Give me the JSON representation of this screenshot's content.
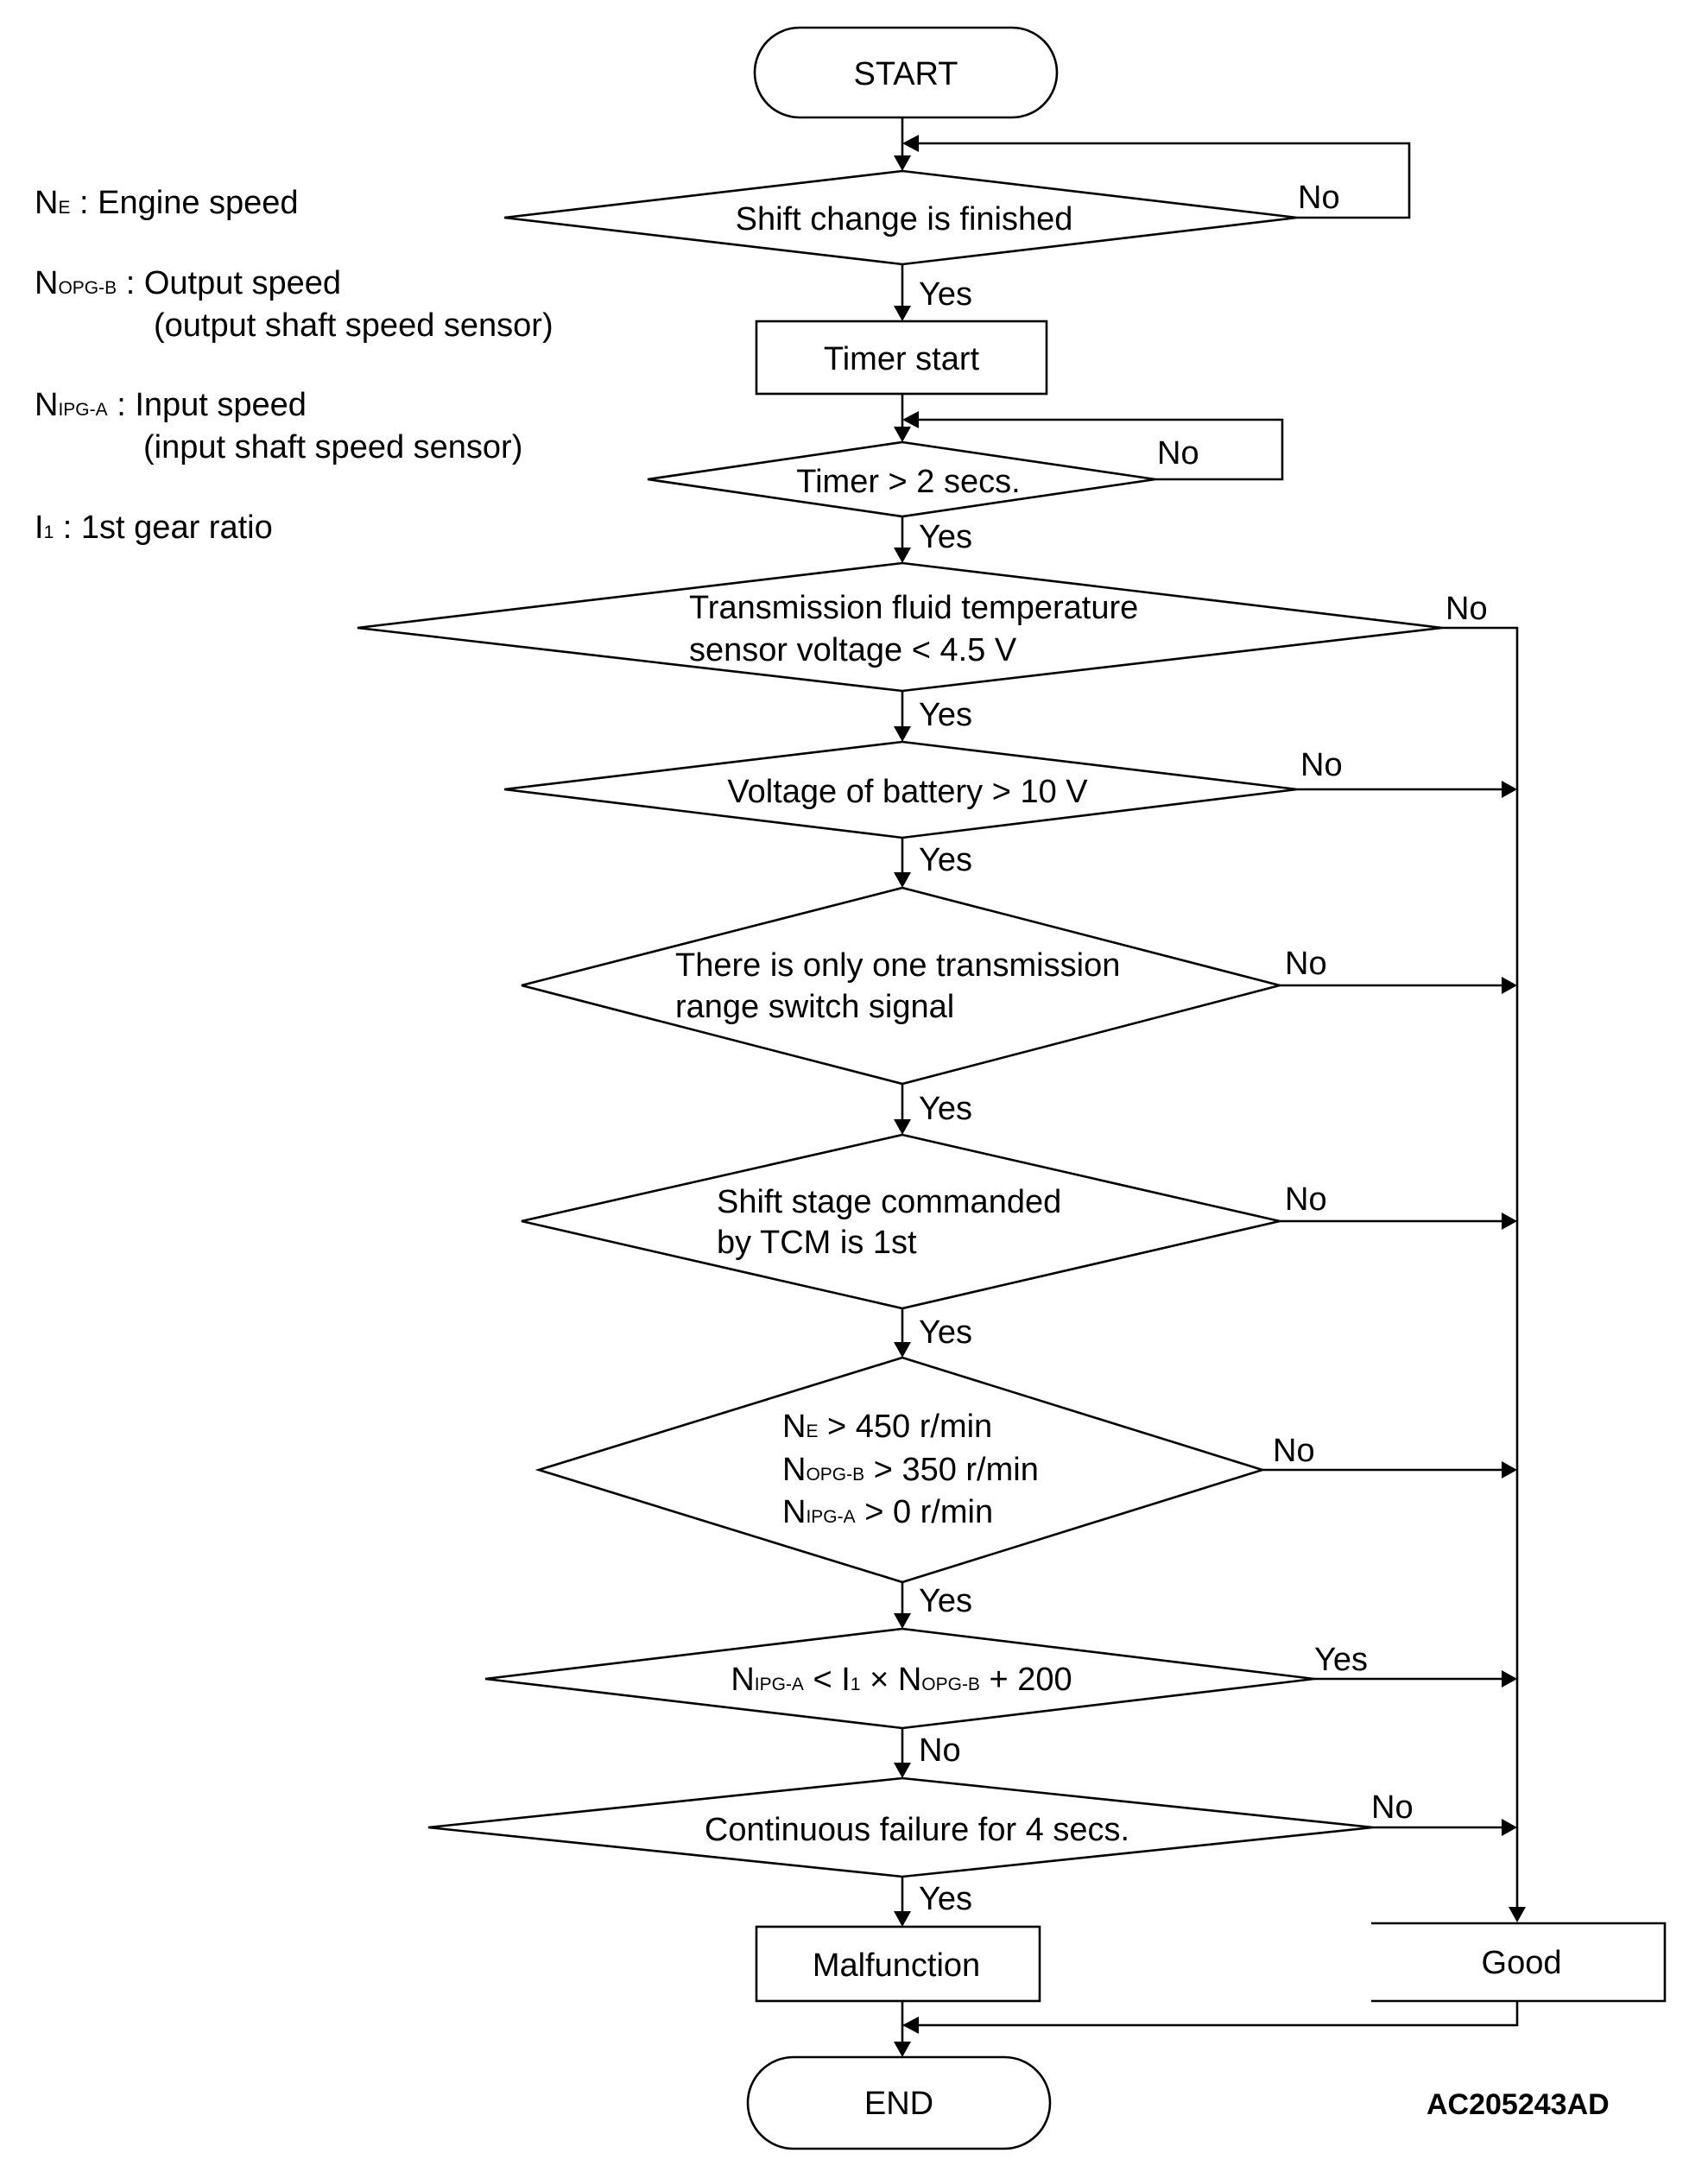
{
  "legend": {
    "ne": {
      "sym": "N",
      "sub": "E",
      "text": " : Engine speed"
    },
    "nopg": {
      "sym": "N",
      "sub": "OPG-B",
      "text": " : Output speed",
      "text2": "(output shaft speed sensor)"
    },
    "nipg": {
      "sym": "N",
      "sub": "IPG-A",
      "text": " : Input speed",
      "text2": "(input shaft speed sensor)"
    },
    "i1": {
      "sym": "I",
      "sub": "1",
      "text": " : 1st gear ratio"
    }
  },
  "nodes": {
    "start": "START",
    "shift_finished": "Shift change is finished",
    "timer_start": "Timer start",
    "timer_2s": "Timer > 2 secs.",
    "fluid_temp_1": "Transmission fluid temperature",
    "fluid_temp_2": "sensor voltage < 4.5 V",
    "battery": "Voltage of battery > 10 V",
    "range_switch_1": "There is only one transmission",
    "range_switch_2": "range switch signal",
    "shift_stage_1": "Shift stage commanded",
    "shift_stage_2": "by TCM is 1st",
    "speeds": {
      "ne": {
        "sym": "N",
        "sub": "E",
        "rest": " > 450 r/min"
      },
      "nopg": {
        "sym": "N",
        "sub": "OPG-B",
        "rest": " > 350 r/min"
      },
      "nipg": {
        "sym": "N",
        "sub": "IPG-A",
        "rest": " > 0 r/min"
      }
    },
    "ratio": {
      "n1": "N",
      "s1": "IPG-A",
      "t1": " < I",
      "s2": "1",
      "t2": " × N",
      "s3": "OPG-B",
      "t3": " + 200"
    },
    "continuous": "Continuous failure for 4 secs.",
    "malfunction": "Malfunction",
    "good": "Good",
    "end": "END"
  },
  "branch_labels": {
    "yes": "Yes",
    "no": "No"
  },
  "figure_code": "AC205243AD"
}
